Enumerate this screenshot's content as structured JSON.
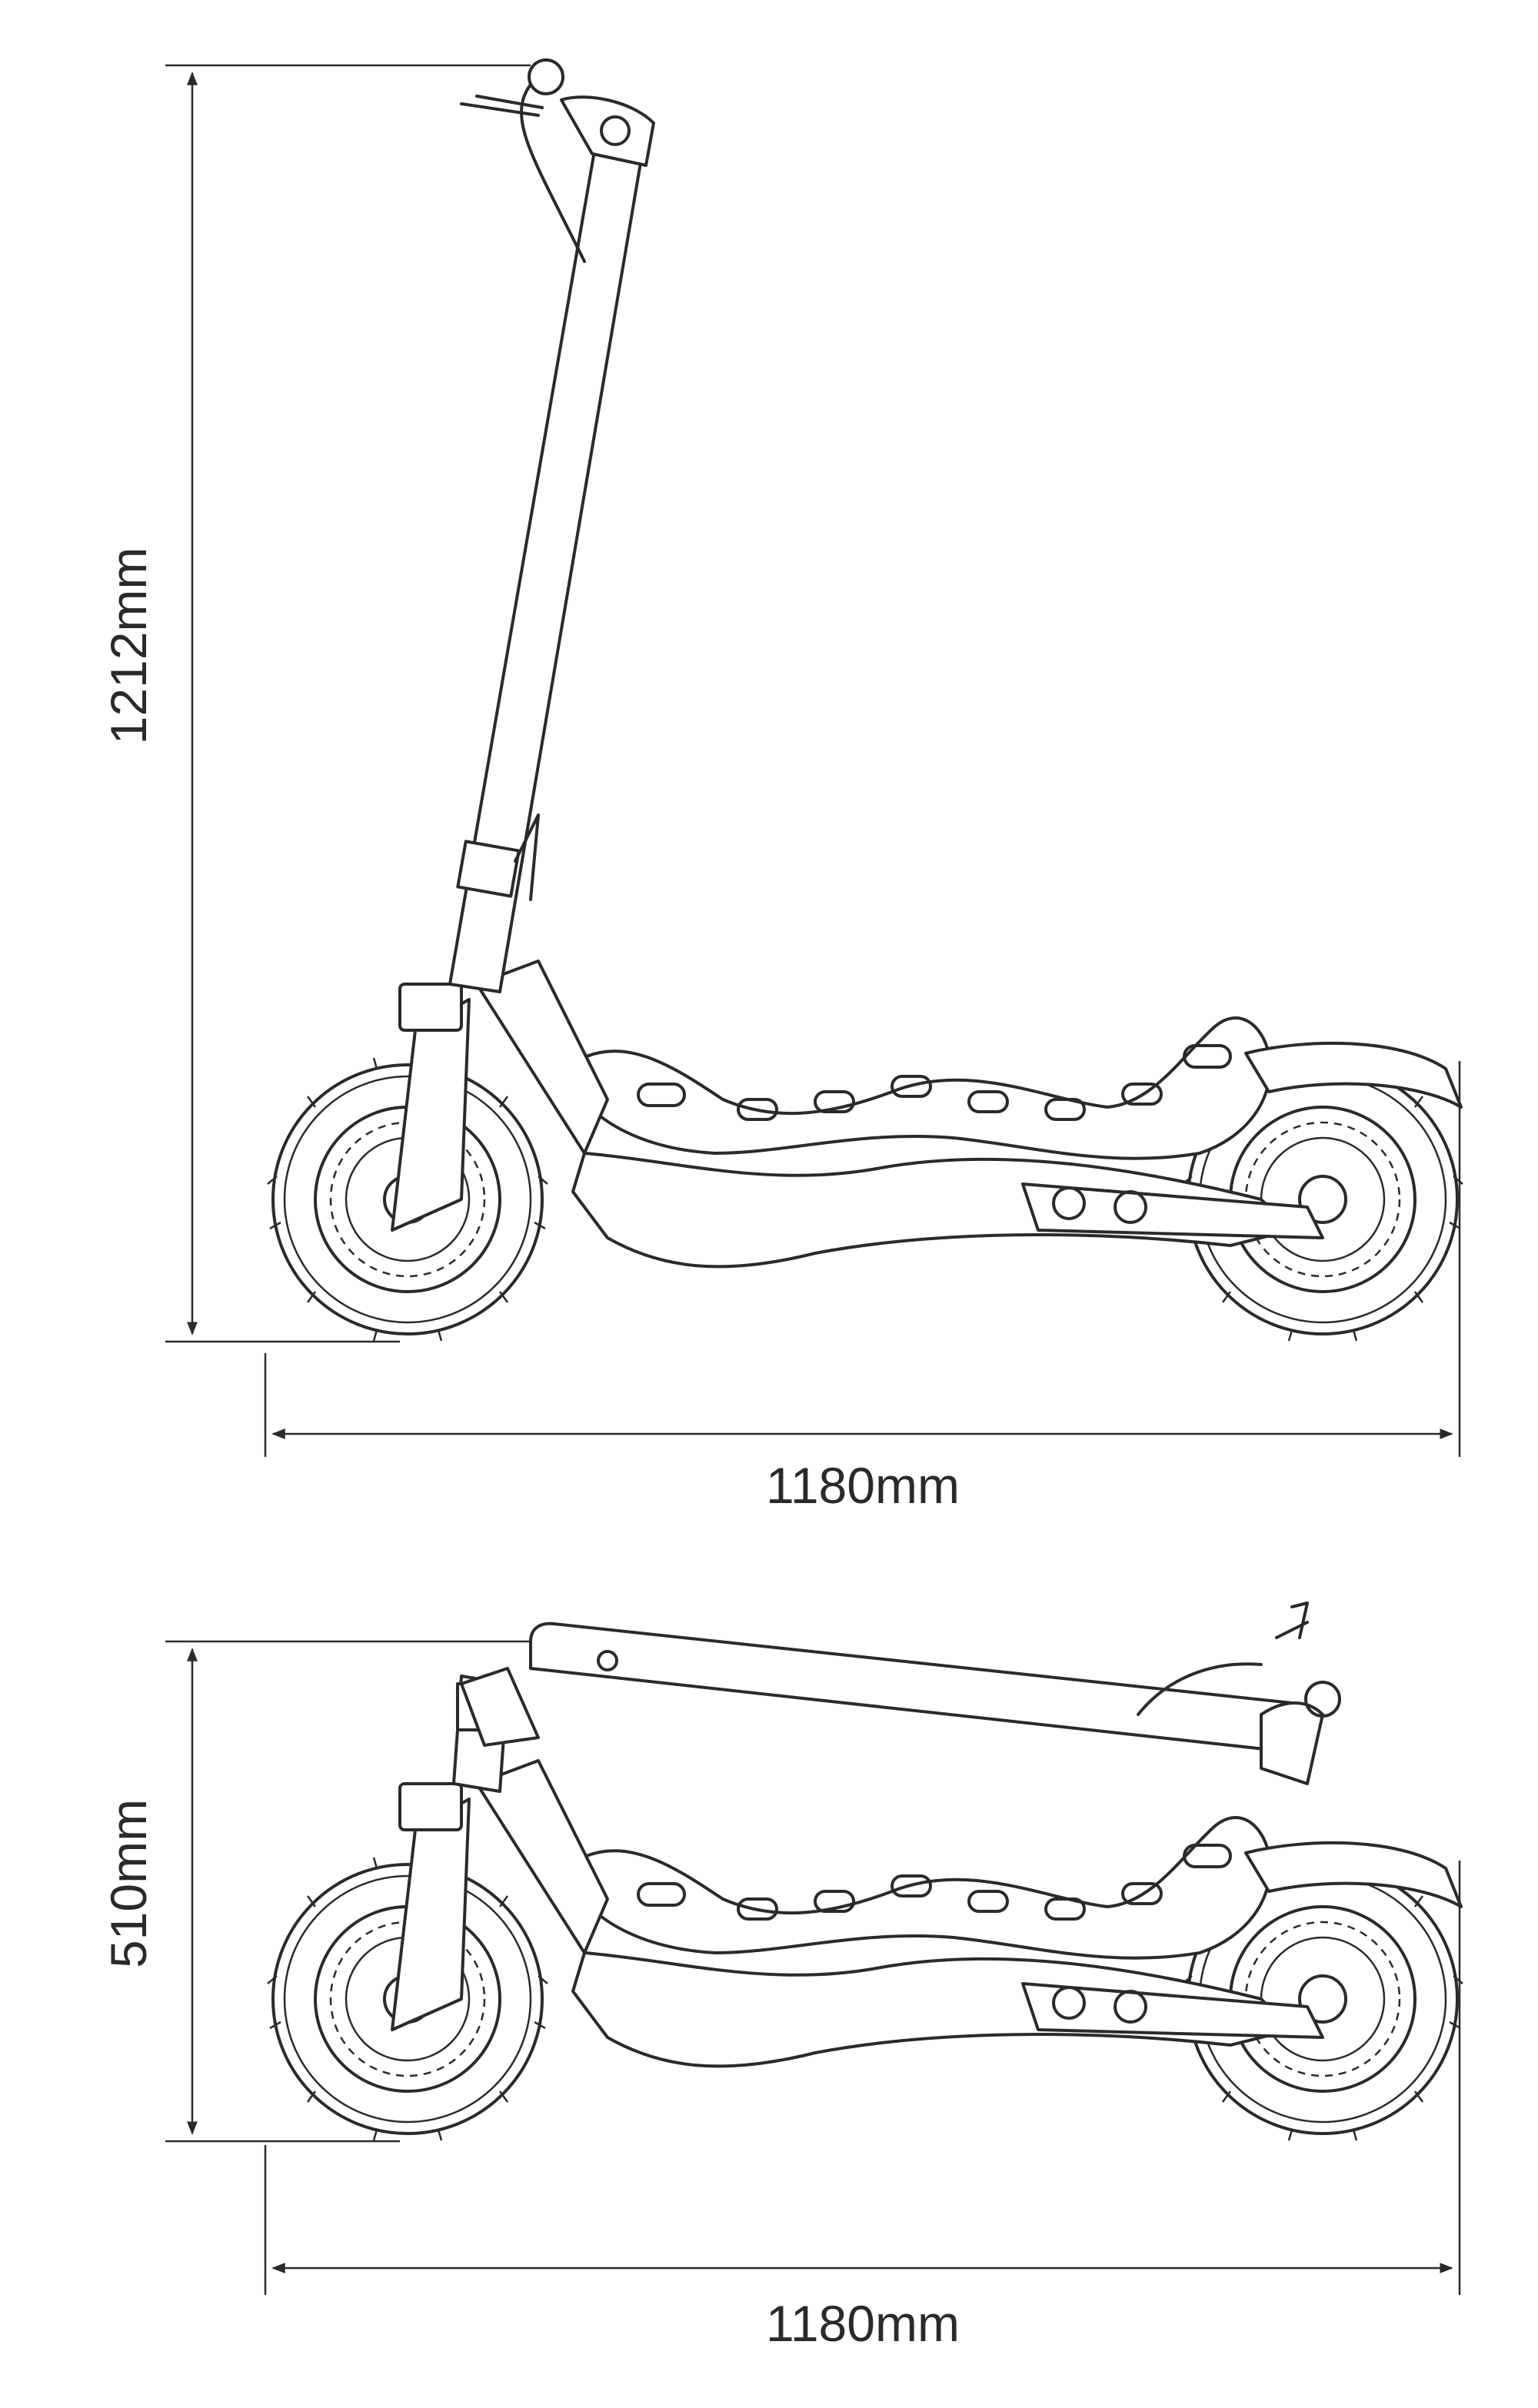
{
  "diagrams": [
    {
      "id": "unfolded",
      "height_label": "1212mm",
      "length_label": "1180mm"
    },
    {
      "id": "folded",
      "height_label": "510mm",
      "length_label": "1180mm"
    }
  ]
}
